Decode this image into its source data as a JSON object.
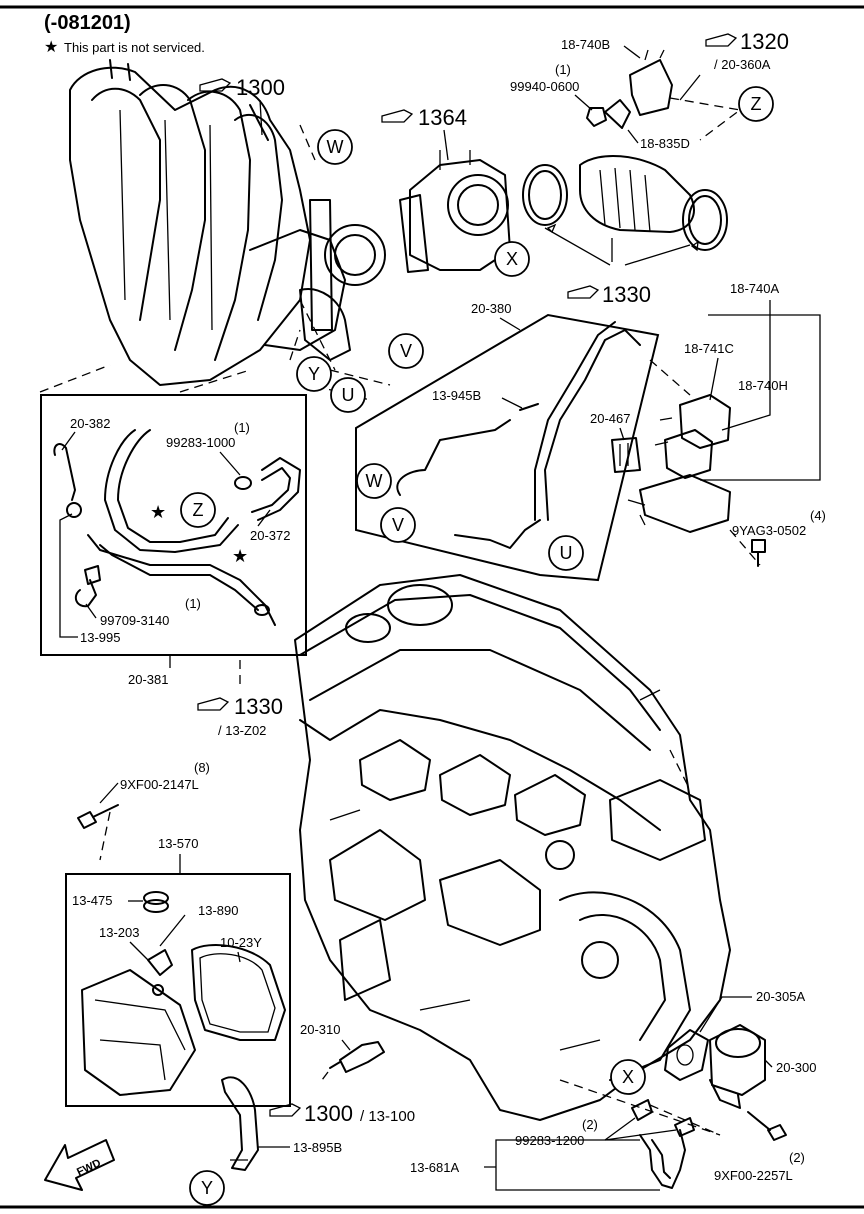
{
  "header": {
    "range": "(-081201)",
    "legend_star": "★",
    "legend_text": "This part is not serviced."
  },
  "refs": {
    "r1300_top": "1300",
    "r1364": "1364",
    "r1320": "1320",
    "r1320_sub": "/ 20-360A",
    "r1330_mid": "1330",
    "r1330_low": "1330",
    "r1330_low_sub": "/ 13-Z02",
    "r1300_bottom": "1300",
    "r1300_bottom_sub": "/ 13-100"
  },
  "callouts": {
    "W": "W",
    "X": "X",
    "Y": "Y",
    "Z": "Z",
    "U": "U",
    "V": "V"
  },
  "labels": {
    "l18_740B": "18-740B",
    "l99940_qty": "(1)",
    "l99940": "99940-0600",
    "l18_835D": "18-835D",
    "l18_740A": "18-740A",
    "l18_741C": "18-741C",
    "l18_740H": "18-740H",
    "l20_380": "20-380",
    "l13_945B": "13-945B",
    "l20_467": "20-467",
    "l9YAG3_qty": "(4)",
    "l9YAG3": "9YAG3-0502",
    "l20_382": "20-382",
    "l99283a_qty": "(1)",
    "l99283a": "99283-1000",
    "l20_372": "20-372",
    "l99709_qty": "(1)",
    "l99709": "99709-3140",
    "l13_995": "13-995",
    "l20_381": "20-381",
    "l9XF00a_qty": "(8)",
    "l9XF00a": "9XF00-2147L",
    "l13_570": "13-570",
    "l13_475": "13-475",
    "l13_890": "13-890",
    "l13_203": "13-203",
    "l10_23Y": "10-23Y",
    "l20_310": "20-310",
    "l13_895B": "13-895B",
    "l20_305A": "20-305A",
    "l20_300": "20-300",
    "l99283b_qty": "(2)",
    "l99283b": "99283-1200",
    "l13_681A": "13-681A",
    "l9XF00b_qty": "(2)",
    "l9XF00b": "9XF00-2257L",
    "fwd": "FWD"
  },
  "stars": {
    "s1": "★",
    "s2": "★"
  }
}
